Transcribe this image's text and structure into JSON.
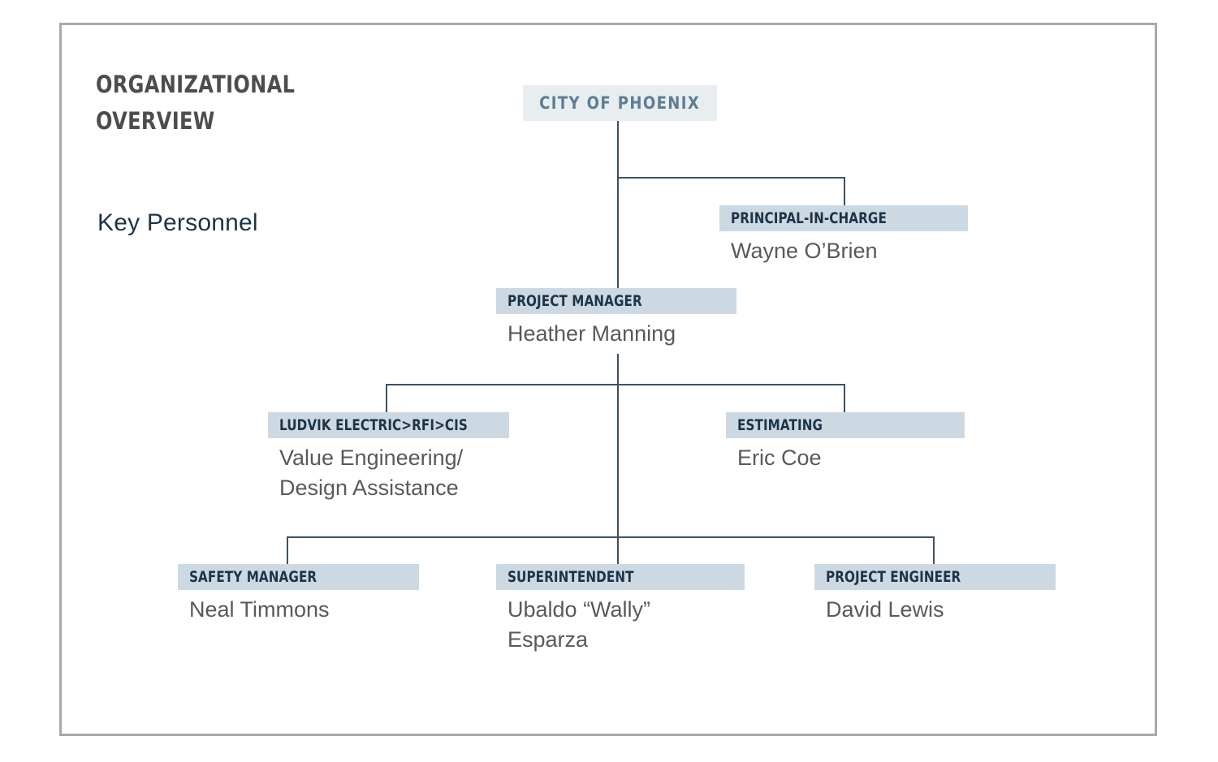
{
  "document": {
    "title": "ORGANIZATIONAL\nOVERVIEW",
    "subtitle": "Key Personnel"
  },
  "colors": {
    "frame_border": "#a7a9ac",
    "band_fill": "#cdd9e2",
    "root_band_fill": "#e8edf0",
    "band_text": "#1d3448",
    "root_band_text": "#5d7d95",
    "name_text": "#58595b",
    "connector_line": "#3c5164",
    "title_text": "#4d4d4f",
    "subtitle_text": "#1d3448"
  },
  "chart_data": {
    "type": "diagram",
    "diagram_kind": "organizational-chart",
    "title": "ORGANIZATIONAL OVERVIEW",
    "subtitle": "Key Personnel",
    "nodes": [
      {
        "id": "root",
        "role": "CITY OF PHOENIX",
        "name": "",
        "level": 0,
        "parent": null
      },
      {
        "id": "principal",
        "role": "PRINCIPAL-IN-CHARGE",
        "name": "Wayne O’Brien",
        "level": 1,
        "parent": "root"
      },
      {
        "id": "project-manager",
        "role": "PROJECT MANAGER",
        "name": "Heather Manning",
        "level": 1,
        "parent": "root"
      },
      {
        "id": "ludvik",
        "role": "LUDVIK ELECTRIC>RFI>CIS",
        "name": "Value Engineering/\nDesign Assistance",
        "level": 2,
        "parent": "project-manager"
      },
      {
        "id": "estimating",
        "role": "ESTIMATING",
        "name": "Eric Coe",
        "level": 2,
        "parent": "project-manager"
      },
      {
        "id": "safety",
        "role": "SAFETY MANAGER",
        "name": "Neal Timmons",
        "level": 3,
        "parent": "project-manager"
      },
      {
        "id": "superintendent",
        "role": "SUPERINTENDENT",
        "name": "Ubaldo “Wally”\nEsparza",
        "level": 3,
        "parent": "project-manager"
      },
      {
        "id": "engineer",
        "role": "PROJECT ENGINEER",
        "name": "David Lewis",
        "level": 3,
        "parent": "project-manager"
      }
    ]
  },
  "nodes": {
    "root": {
      "role": "CITY OF PHOENIX",
      "name": ""
    },
    "principal": {
      "role": "PRINCIPAL-IN-CHARGE",
      "name": "Wayne O’Brien"
    },
    "project_manager": {
      "role": "PROJECT MANAGER",
      "name": "Heather Manning"
    },
    "ludvik": {
      "role": "LUDVIK ELECTRIC>RFI>CIS",
      "name": "Value Engineering/\nDesign Assistance"
    },
    "estimating": {
      "role": "ESTIMATING",
      "name": "Eric Coe"
    },
    "safety": {
      "role": "SAFETY MANAGER",
      "name": "Neal Timmons"
    },
    "superintendent": {
      "role": "SUPERINTENDENT",
      "name": "Ubaldo “Wally”\nEsparza"
    },
    "engineer": {
      "role": "PROJECT ENGINEER",
      "name": "David Lewis"
    }
  }
}
